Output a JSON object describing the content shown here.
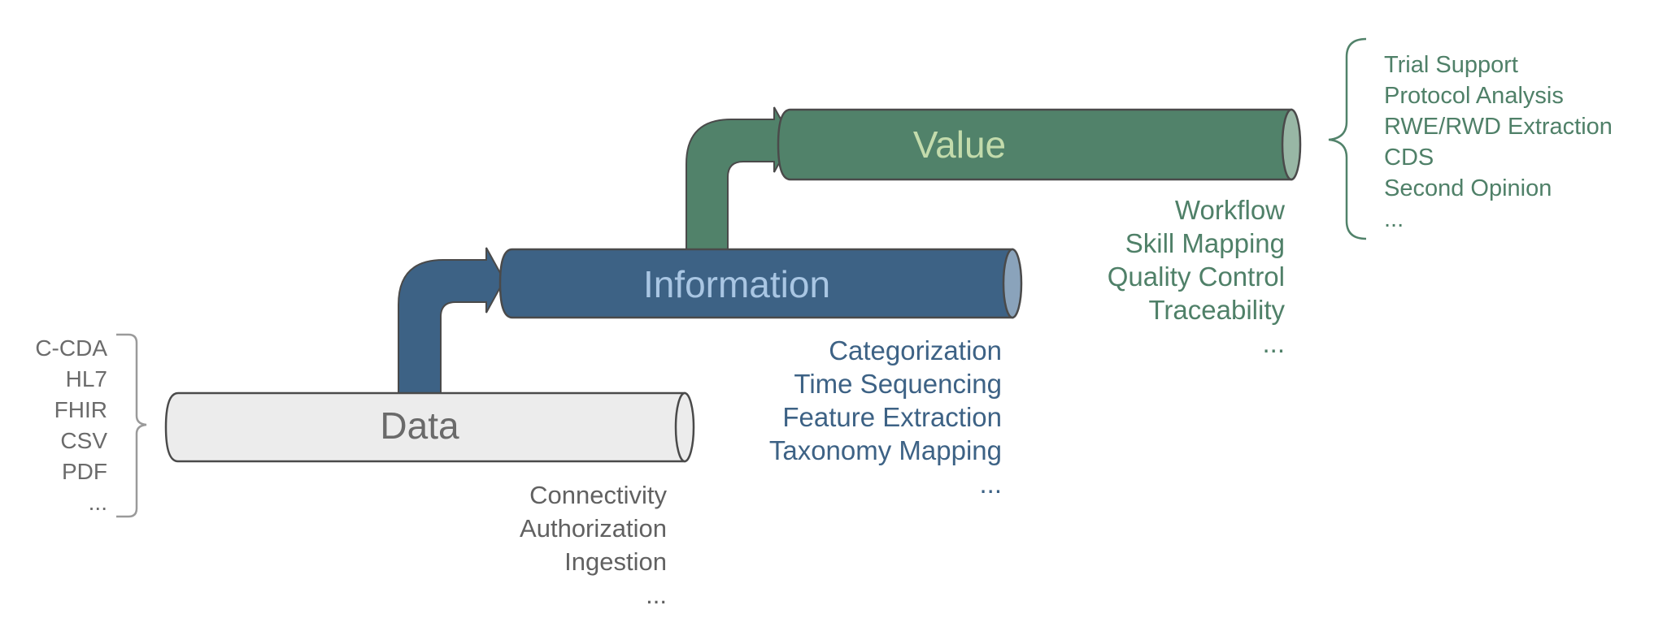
{
  "stages": {
    "data": {
      "title": "Data",
      "fill": "#ececec",
      "title_color": "#6a6a6a",
      "sources": [
        "C-CDA",
        "HL7",
        "FHIR",
        "CSV",
        "PDF",
        "..."
      ],
      "capabilities": [
        "Connectivity",
        "Authorization",
        "Ingestion",
        "..."
      ]
    },
    "information": {
      "title": "Information",
      "fill": "#3d6285",
      "title_color": "#a9c6e3",
      "capabilities": [
        "Categorization",
        "Time Sequencing",
        "Feature Extraction",
        "Taxonomy Mapping",
        "..."
      ]
    },
    "value": {
      "title": "Value",
      "fill": "#51826a",
      "title_color": "#bfd9a8",
      "capabilities": [
        "Workflow",
        "Skill Mapping",
        "Quality Control",
        "Traceability",
        "..."
      ],
      "outcomes": [
        "Trial Support",
        "Protocol Analysis",
        "RWE/RWD Extraction",
        "CDS",
        "Second Opinion",
        "..."
      ]
    }
  }
}
